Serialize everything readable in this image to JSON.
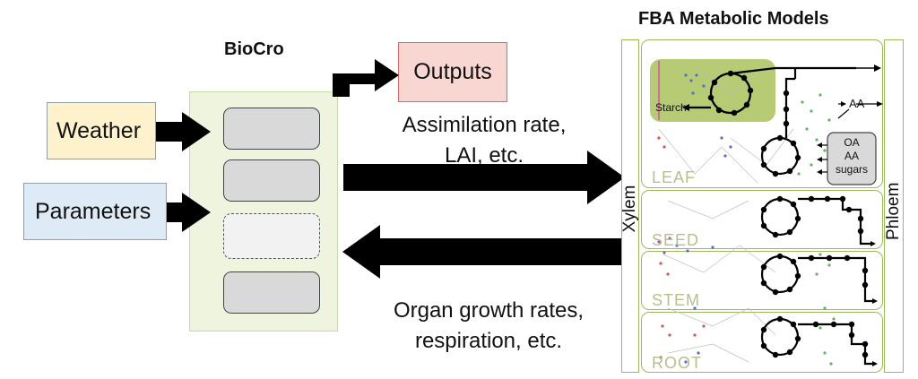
{
  "biocro": {
    "title": "BioCro",
    "inputs": [
      "Weather",
      "Parameters"
    ],
    "outputs_label": "Outputs"
  },
  "flows": {
    "to_fba": [
      "Assimilation rate,",
      "LAI, etc."
    ],
    "to_biocro": [
      "Organ growth rates,",
      "respiration, etc."
    ]
  },
  "fba": {
    "title": "FBA Metabolic Models",
    "xylem": "Xylem",
    "phloem": "Phloem",
    "organs": [
      "LEAF",
      "SEED",
      "STEM",
      "ROOT"
    ],
    "leaf_labels": {
      "starch": "Starch",
      "aa_top": "AA",
      "exports": [
        "OA",
        "AA",
        "sugars"
      ]
    }
  },
  "colors": {
    "weather_fill": "#fdf2cc",
    "parameters_fill": "#deebf7",
    "outputs_fill": "#f8d7d3",
    "outputs_border": "#e06666",
    "biocro_fill": "#eef4de",
    "biocro_border": "#c7d9a6",
    "organ_border": "#9bbb59",
    "chloroplast": "#a9c25a"
  }
}
